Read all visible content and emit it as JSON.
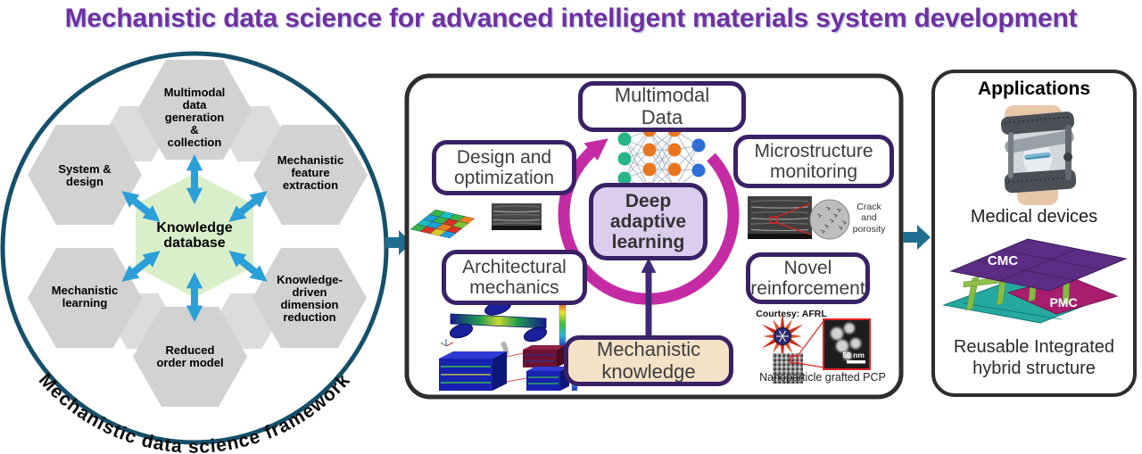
{
  "title": "Mechanistic data science for advanced intelligent materials system development",
  "framework": {
    "caption": "Mechanistic data science framework",
    "center_label": "Knowledge\ndatabase",
    "hex_top": "Multimodal\ndata\ngeneration\n&\ncollection",
    "hex_upper_left": "System &\ndesign",
    "hex_upper_right": "Mechanistic\nfeature\nextraction",
    "hex_lower_left": "Mechanistic\nlearning",
    "hex_lower_right": "Knowledge-\ndriven\ndimension\nreduction",
    "hex_bottom": "Reduced\norder model"
  },
  "pipeline": {
    "multimodal_data": "Multimodal\nData",
    "design_optimization": "Design and\noptimization",
    "microstructure_monitoring": "Microstructure\nmonitoring",
    "deep_adaptive_learning": "Deep\nadaptive\nlearning",
    "architectural_mechanics": "Architectural\nmechanics",
    "novel_reinforcement": "Novel\nreinforcement",
    "mechanistic_knowledge": "Mechanistic\nknowledge",
    "crack_note": "Crack\nand\nporosity",
    "courtesy_note": "Courtesy: AFRL",
    "nano_note": "Nanoparticle grafted PCP",
    "scale_note": "50 nm"
  },
  "applications": {
    "title": "Applications",
    "medical_label": "Medical devices",
    "cmc_label": "CMC",
    "pmc_label": "PMC",
    "structure_label": "Reusable Integrated\nhybrid structure"
  },
  "colors": {
    "title_purple": "#7030a0",
    "ring_teal": "#15506b",
    "arrow_blue": "#2b9fd8",
    "flow_teal": "#1f6e8f",
    "accent_magenta": "#c42ba5",
    "box_border_purple": "#3a2166",
    "deep_fill": "#dccdee",
    "knowledge_fill": "#f4e2c7",
    "hex_gray": "#d2d2d2",
    "hex_green": "#d9efca"
  }
}
